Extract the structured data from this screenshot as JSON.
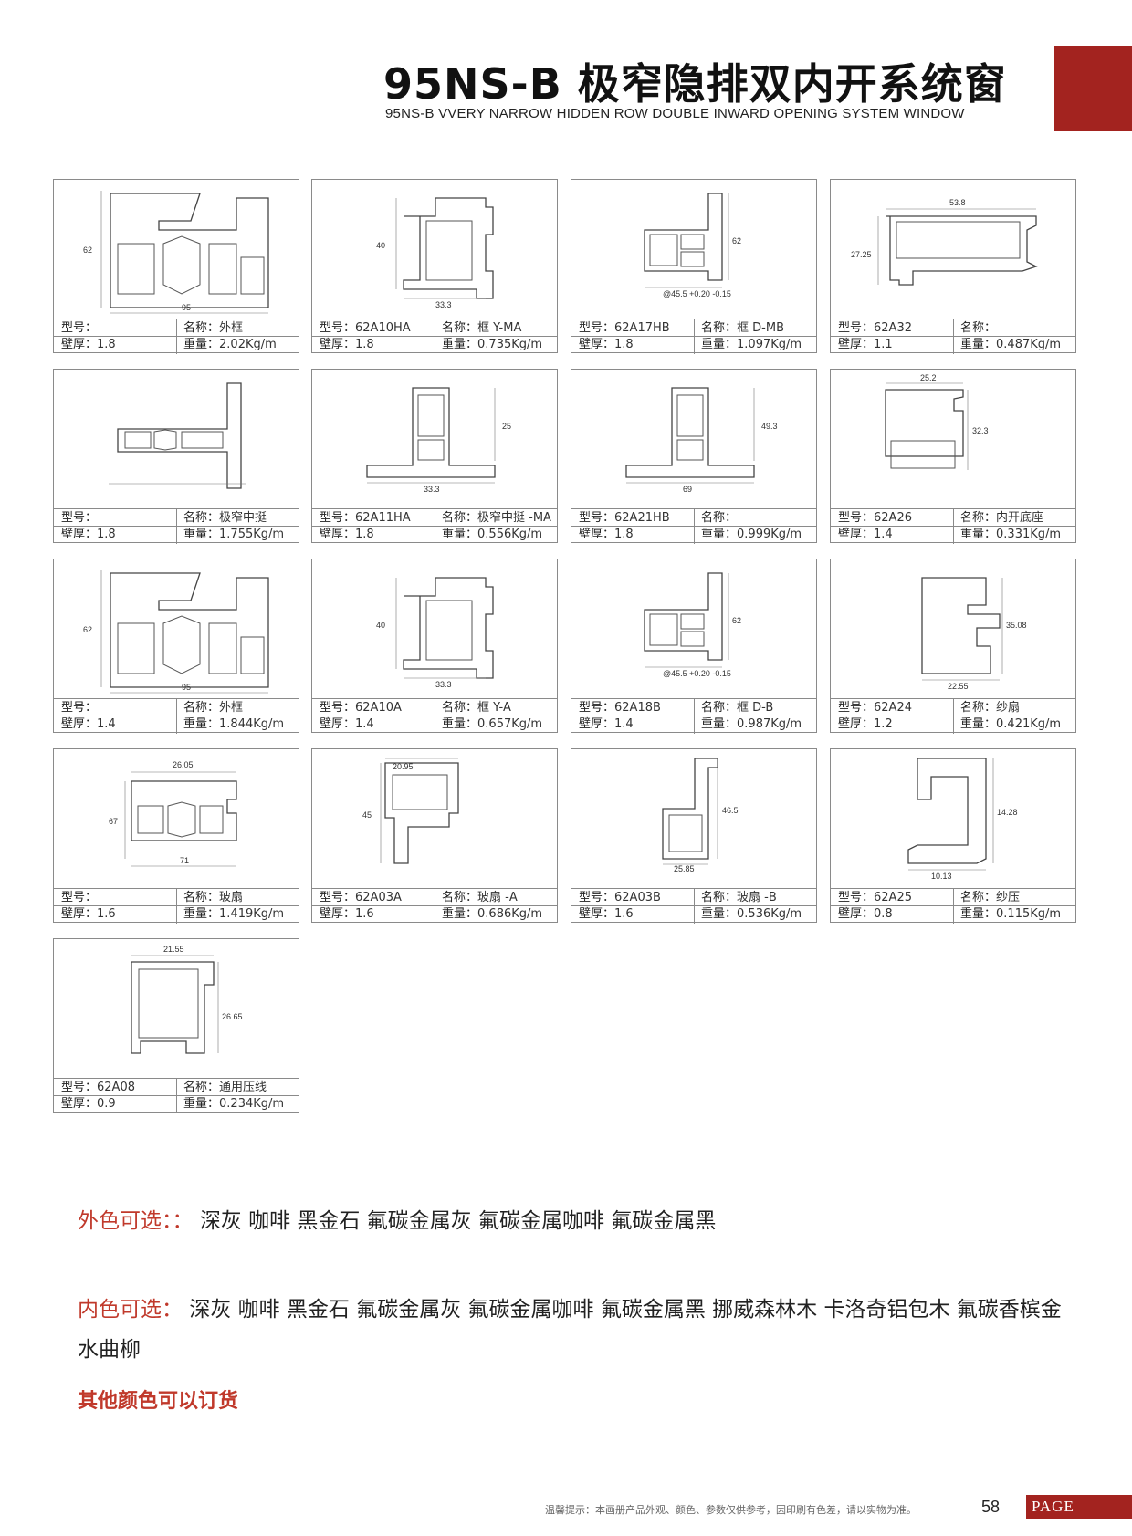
{
  "header": {
    "title": "95NS-B 极窄隐排双内开系统窗",
    "subtitle": "95NS-B VVERY NARROW HIDDEN ROW DOUBLE INWARD OPENING SYSTEM WINDOW"
  },
  "labels": {
    "model": "型号：",
    "name": "名称：",
    "thickness": "壁厚：",
    "weight": "重量："
  },
  "profiles": [
    {
      "model": "",
      "name": "外框",
      "thickness": "1.8",
      "weight": "2.02Kg/m",
      "dims": [
        "62",
        "95"
      ]
    },
    {
      "model": "62A10HA",
      "name": "框 Y-MA",
      "thickness": "1.8",
      "weight": "0.735Kg/m",
      "dims": [
        "40",
        "33.3"
      ]
    },
    {
      "model": "62A17HB",
      "name": "框 D-MB",
      "thickness": "1.8",
      "weight": "1.097Kg/m",
      "dims": [
        "62",
        "@45.5 +0.20 -0.15"
      ]
    },
    {
      "model": "62A32",
      "name": "",
      "thickness": "1.1",
      "weight": "0.487Kg/m",
      "dims": [
        "53.8",
        "27.25"
      ]
    },
    {
      "model": "",
      "name": "极窄中挺",
      "thickness": "1.8",
      "weight": "1.755Kg/m",
      "dims": []
    },
    {
      "model": "62A11HA",
      "name": "极窄中挺 -MA",
      "thickness": "1.8",
      "weight": "0.556Kg/m",
      "dims": [
        "25",
        "33.3"
      ]
    },
    {
      "model": "62A21HB",
      "name": "",
      "thickness": "1.8",
      "weight": "0.999Kg/m",
      "dims": [
        "49.3",
        "69"
      ]
    },
    {
      "model": "62A26",
      "name": "内开底座",
      "thickness": "1.4",
      "weight": "0.331Kg/m",
      "dims": [
        "25.2",
        "32.3"
      ]
    },
    {
      "model": "",
      "name": "外框",
      "thickness": "1.4",
      "weight": "1.844Kg/m",
      "dims": [
        "62",
        "95"
      ]
    },
    {
      "model": "62A10A",
      "name": "框 Y-A",
      "thickness": "1.4",
      "weight": "0.657Kg/m",
      "dims": [
        "40",
        "33.3"
      ]
    },
    {
      "model": "62A18B",
      "name": "框 D-B",
      "thickness": "1.4",
      "weight": "0.987Kg/m",
      "dims": [
        "62",
        "@45.5 +0.20 -0.15"
      ]
    },
    {
      "model": "62A24",
      "name": "纱扇",
      "thickness": "1.2",
      "weight": "0.421Kg/m",
      "dims": [
        "35.08",
        "22.55"
      ]
    },
    {
      "model": "",
      "name": "玻扇",
      "thickness": "1.6",
      "weight": "1.419Kg/m",
      "dims": [
        "26.05",
        "67",
        "71"
      ]
    },
    {
      "model": "62A03A",
      "name": "玻扇 -A",
      "thickness": "1.6",
      "weight": "0.686Kg/m",
      "dims": [
        "20.95",
        "45"
      ]
    },
    {
      "model": "62A03B",
      "name": "玻扇 -B",
      "thickness": "1.6",
      "weight": "0.536Kg/m",
      "dims": [
        "46.5",
        "25.85"
      ]
    },
    {
      "model": "62A25",
      "name": "纱压",
      "thickness": "0.8",
      "weight": "0.115Kg/m",
      "dims": [
        "14.28",
        "10.13"
      ]
    },
    {
      "model": "62A08",
      "name": "通用压线",
      "thickness": "0.9",
      "weight": "0.234Kg/m",
      "dims": [
        "21.55",
        "26.65"
      ]
    }
  ],
  "colors": {
    "outer_head": "外色可选：：",
    "outer_list": "深灰 咖啡 黑金石 氟碳金属灰 氟碳金属咖啡 氟碳金属黑",
    "inner_head": "内色可选：",
    "inner_list": "深灰 咖啡 黑金石 氟碳金属灰 氟碳金属咖啡 氟碳金属黑 挪威森林木 卡洛奇铝包木 氟碳香槟金 水曲柳",
    "other": "其他颜色可以订货"
  },
  "footer": {
    "note": "温馨提示：本画册产品外观、颜色、参数仅供参考，因印刷有色差，请以实物为准。",
    "page_number": "58",
    "page_label": "PAGE"
  },
  "theme": {
    "accent": "#a3231f",
    "highlight_text": "#c0392b"
  }
}
